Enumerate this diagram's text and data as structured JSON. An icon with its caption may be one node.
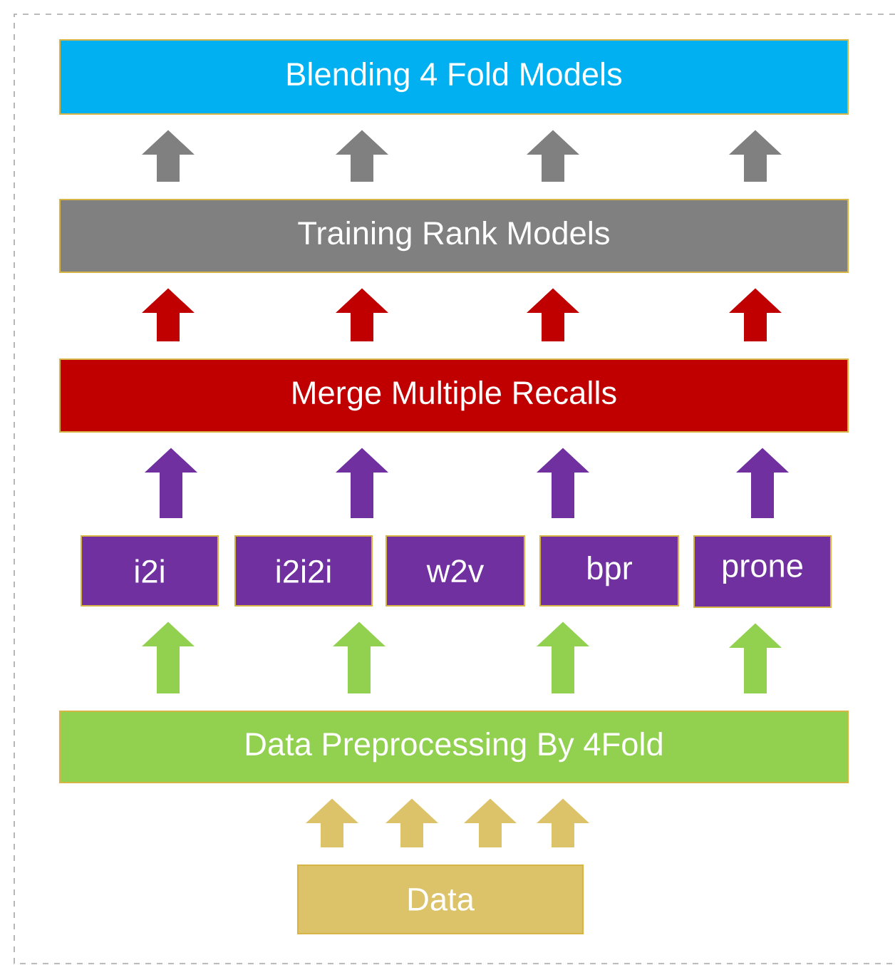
{
  "diagram": {
    "nodes": [
      {
        "text": [
          "Blending 4 Fold Models"
        ]
      },
      {
        "text": [
          "Training Rank Models"
        ]
      },
      {
        "text": [
          "Merge Multiple Recalls"
        ]
      },
      {
        "text": [
          "i2i"
        ]
      },
      {
        "text": [
          "i2i2i"
        ]
      },
      {
        "text": [
          "w2v"
        ]
      },
      {
        "text": [
          "bpr"
        ]
      },
      {
        "text": [
          "prone"
        ]
      },
      {
        "text": [
          "Data Preprocessing By 4Fold"
        ]
      },
      {
        "text": [
          "Data"
        ]
      }
    ],
    "edges": [
      {
        "from": 9,
        "to": 8,
        "arrow": "to",
        "color": "#dcc36a"
      },
      {
        "from": 9,
        "to": 8,
        "arrow": "to",
        "color": "#dcc36a"
      },
      {
        "from": 9,
        "to": 8,
        "arrow": "to",
        "color": "#dcc36a"
      },
      {
        "from": 9,
        "to": 8,
        "arrow": "to",
        "color": "#dcc36a"
      },
      {
        "from": 8,
        "to": 3,
        "arrow": "to",
        "color": "#92d050"
      },
      {
        "from": 8,
        "to": 4,
        "arrow": "to",
        "color": "#92d050"
      },
      {
        "from": 8,
        "to": 6,
        "arrow": "to",
        "color": "#92d050"
      },
      {
        "from": 8,
        "to": 7,
        "arrow": "to",
        "color": "#92d050"
      },
      {
        "from": 3,
        "to": 2,
        "arrow": "to",
        "color": "#7030a0"
      },
      {
        "from": 4,
        "to": 2,
        "arrow": "to",
        "color": "#7030a0"
      },
      {
        "from": 6,
        "to": 2,
        "arrow": "to",
        "color": "#7030a0"
      },
      {
        "from": 7,
        "to": 2,
        "arrow": "to",
        "color": "#7030a0"
      },
      {
        "from": 2,
        "to": 1,
        "arrow": "to",
        "color": "#c00000"
      },
      {
        "from": 2,
        "to": 1,
        "arrow": "to",
        "color": "#c00000"
      },
      {
        "from": 2,
        "to": 1,
        "arrow": "to",
        "color": "#c00000"
      },
      {
        "from": 2,
        "to": 1,
        "arrow": "to",
        "color": "#c00000"
      },
      {
        "from": 1,
        "to": 0,
        "arrow": "to",
        "color": "#808080"
      },
      {
        "from": 1,
        "to": 0,
        "arrow": "to",
        "color": "#808080"
      },
      {
        "from": 1,
        "to": 0,
        "arrow": "to",
        "color": "#808080"
      },
      {
        "from": 1,
        "to": 0,
        "arrow": "to",
        "color": "#808080"
      }
    ]
  }
}
